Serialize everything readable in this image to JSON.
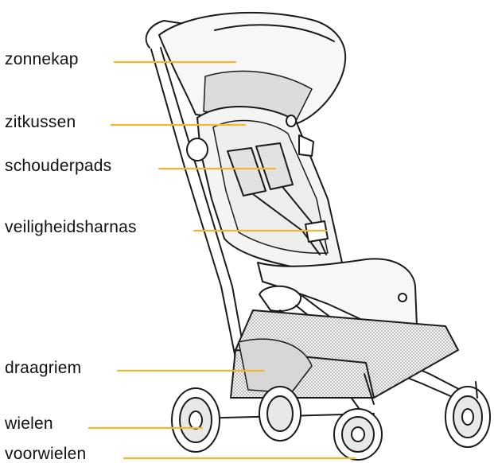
{
  "diagram": {
    "labels": [
      {
        "id": "zonnekap",
        "text": "zonnekap"
      },
      {
        "id": "zitkussen",
        "text": "zitkussen"
      },
      {
        "id": "schouderpads",
        "text": "schouderpads"
      },
      {
        "id": "veiligheidsharnas",
        "text": "veiligheidsharnas"
      },
      {
        "id": "draagriem",
        "text": "draagriem"
      },
      {
        "id": "wielen",
        "text": "wielen"
      },
      {
        "id": "voorwielen",
        "text": "voorwielen"
      }
    ],
    "leader_color": "#F2B632",
    "line_color": "#1a1a1a",
    "mesh_color": "#cfcfcf",
    "fabric_color": "#ececec"
  }
}
